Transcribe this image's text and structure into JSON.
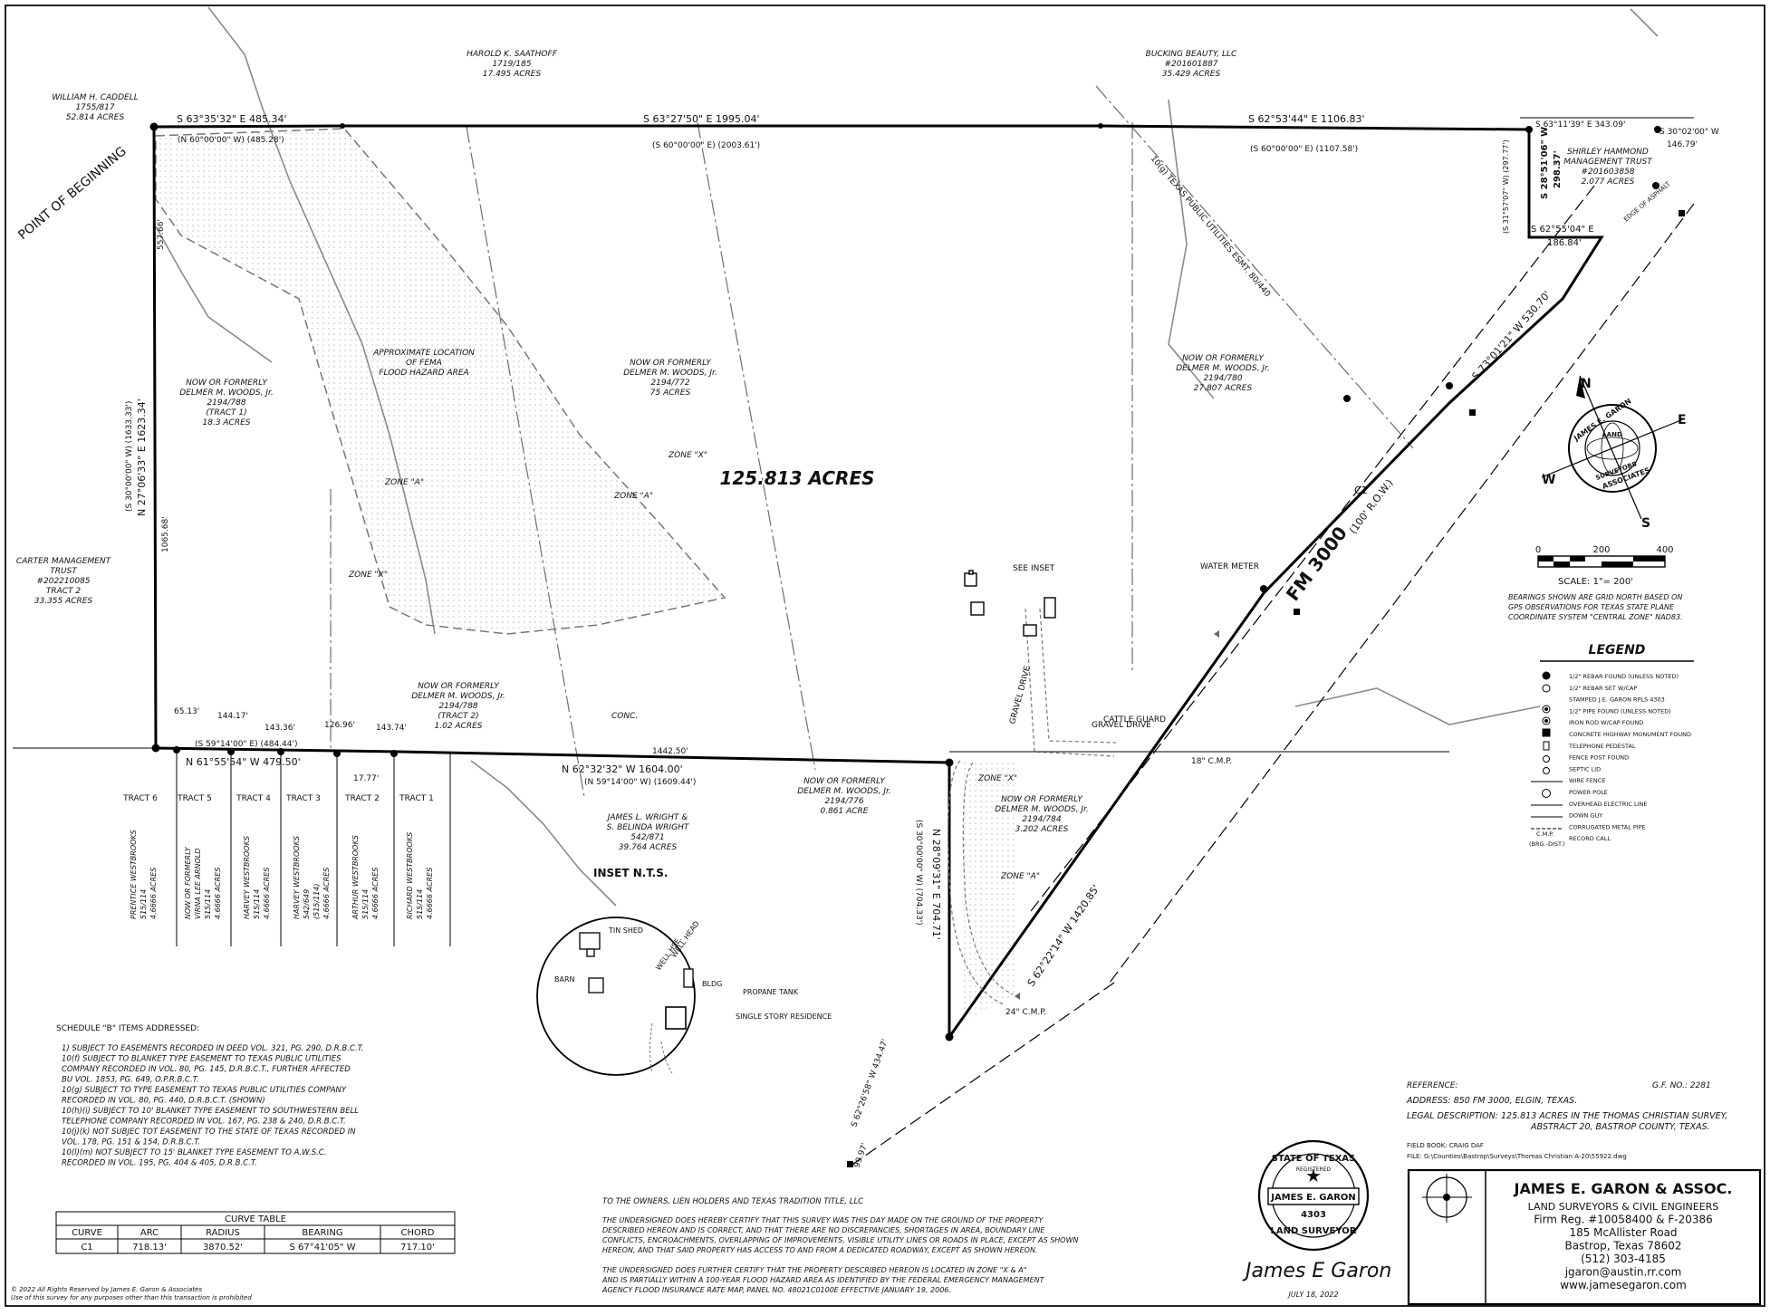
{
  "title": "125.813 ACRES",
  "boundary_calls": {
    "north_1": "S 63°35'32\" E  485.34'",
    "north_1_record": "(N 60°00'00\" W)  (485.28')",
    "north_2": "S 63°27'50\" E  1995.04'",
    "north_2_record": "(S 60°00'00\" E)  (2003.61')",
    "north_3": "S 62°53'44\" E  1106.83'",
    "north_3_record": "(S 60°00'00\" E)  (1107.58')",
    "north_4": "S 63°11'39\" E  343.09'",
    "west": "N 27°06'33\" E  1623.34'",
    "west_record": "(S 30°00'00\" W)  (1633.33')",
    "south_1": "N 61°55'54\" W  479.50'",
    "south_1_record": "(S 59°14'00\" E)  (484.44')",
    "south_2": "N 62°32'32\" W  1604.00'",
    "south_2_record": "(N 59°14'00\" W)  (1609.44')",
    "se_1": "N 28°09'31\" E  704.71'",
    "se_1_record": "(S 30°00'00\" W)  (704.33')",
    "fm_1": "S 62°22'14\" W  1420.85'",
    "fm_2": "S 73°01'21\" W  530.70'",
    "east_1": "S 28°51'06\" W",
    "east_1_b": "298.37'",
    "east_1_record": "(S 31°57'07\" W)  (297.77')",
    "east_2": "S 62°55'04\" E",
    "east_2_b": "186.84'",
    "east_3": "S 30°02'00\" W",
    "east_3_b": "146.79'",
    "sw_tail": "S 62°26'58\" W  434.47'",
    "sw_tail_b": "99.97'"
  },
  "misc_dims": [
    "557.66'",
    "1065.68'",
    "65.13'",
    "144.17'",
    "143.36'",
    "126.96'",
    "143.74'",
    "17.77'",
    "1442.50'"
  ],
  "pob_label": "POINT OF BEGINNING",
  "road": {
    "name": "FM 3000",
    "row": "(100' R.O.W.)",
    "curve": "C1",
    "easement": "10(g) TEXAS PUBLIC UTILITIES ESMT. 80/440",
    "edge": "EDGE OF ASPHALT"
  },
  "adjoiners": [
    {
      "lines": [
        "WILLIAM H. CADDELL",
        "1755/817",
        "52.814 ACRES"
      ]
    },
    {
      "lines": [
        "HAROLD K. SAATHOFF",
        "1719/185",
        "17.495 ACRES"
      ]
    },
    {
      "lines": [
        "BUCKING BEAUTY, LLC",
        "#201601887",
        "35.429 ACRES"
      ]
    },
    {
      "lines": [
        "SHIRLEY HAMMOND",
        "MANAGEMENT TRUST",
        "#201603858",
        "2.077 ACRES"
      ]
    },
    {
      "lines": [
        "CARTER MANAGEMENT",
        "TRUST",
        "#202210085",
        "TRACT 2",
        "33.355 ACRES"
      ]
    },
    {
      "lines": [
        "JAMES L. WRIGHT &",
        "S. BELINDA WRIGHT",
        "542/871",
        "39.764 ACRES"
      ]
    }
  ],
  "interior": [
    {
      "lines": [
        "NOW OR FORMERLY",
        "DELMER M. WOODS, Jr.",
        "2194/788",
        "(TRACT 1)",
        "18.3 ACRES"
      ]
    },
    {
      "lines": [
        "APPROXIMATE LOCATION",
        "OF FEMA",
        "FLOOD HAZARD AREA"
      ]
    },
    {
      "lines": [
        "NOW OR FORMERLY",
        "DELMER M. WOODS, Jr.",
        "2194/772",
        "75 ACRES"
      ]
    },
    {
      "lines": [
        "NOW OR FORMERLY",
        "DELMER M. WOODS, Jr.",
        "2194/780",
        "27.807 ACRES"
      ]
    },
    {
      "lines": [
        "NOW OR FORMERLY",
        "DELMER M. WOODS, Jr.",
        "2194/788",
        "(TRACT 2)",
        "1.02 ACRES"
      ]
    },
    {
      "lines": [
        "NOW OR FORMERLY",
        "DELMER M. WOODS, Jr.",
        "2194/776",
        "0.861 ACRE"
      ]
    },
    {
      "lines": [
        "NOW OR FORMERLY",
        "DELMER M. WOODS, Jr.",
        "2194/784",
        "3.202 ACRES"
      ]
    }
  ],
  "zones": [
    "ZONE \"A\"",
    "ZONE \"X\""
  ],
  "tracts": [
    {
      "tract": "TRACT 6",
      "lines": [
        "PRENTICE WESTBROOKS",
        "515/114",
        "4.6666 ACRES"
      ]
    },
    {
      "tract": "TRACT 5",
      "lines": [
        "NOW OR FORMERLY",
        "VIRNA LEE ARNOLD",
        "515/114",
        "4.6666 ACRES"
      ]
    },
    {
      "tract": "TRACT 4",
      "lines": [
        "HARVEY WESTBROOKS",
        "515/114",
        "4.6666 ACRES"
      ]
    },
    {
      "tract": "TRACT 3",
      "lines": [
        "HARVEY WESTBROOKS",
        "542/649",
        "(515/114)",
        "4.6666 ACRES"
      ]
    },
    {
      "tract": "TRACT 2",
      "lines": [
        "ARTHUR WESTBROOKS",
        "515/114",
        "4.6666 ACRES"
      ]
    },
    {
      "tract": "TRACT 1",
      "lines": [
        "RICHARD WESTBROOKS",
        "515/114",
        "4.6666 ACRES"
      ]
    }
  ],
  "features": {
    "see_inset": "SEE INSET",
    "conc": "CONC.",
    "gravel_drive": "GRAVEL DRIVE",
    "cattle_guard": "CATTLE GUARD",
    "water_meter": "WATER METER",
    "cmp18": "18\" C.M.P.",
    "cmp24": "24\" C.M.P."
  },
  "inset": {
    "title": "INSET N.T.S.",
    "labels": [
      "TIN SHED",
      "WELL HSE.",
      "WELL HEAD",
      "BARN",
      "BLDG",
      "PROPANE TANK",
      "SINGLE STORY RESIDENCE"
    ]
  },
  "north_arrow": {
    "n": "N",
    "e": "E",
    "s": "S",
    "w": "W",
    "ring_top": "JAMES E. GARON",
    "ring_bottom": "ASSOCIATES",
    "center_top": "LAND",
    "center_bottom": "SURVEYORS"
  },
  "scale": {
    "ticks": [
      "0",
      "200",
      "400"
    ],
    "text": "SCALE: 1\"= 200'"
  },
  "bearings_note": [
    "BEARINGS SHOWN ARE GRID NORTH BASED ON",
    "GPS OBSERVATIONS FOR TEXAS STATE PLANE",
    "COORDINATE SYSTEM \"CENTRAL ZONE\" NAD83."
  ],
  "legend": {
    "title": "LEGEND",
    "items": [
      "1/2\" REBAR FOUND (UNLESS NOTED)",
      "1/2\" REBAR SET W/CAP",
      "STAMPED J.E. GARON RPLS 4303",
      "1/2\" PIPE FOUND (UNLESS NOTED)",
      "IRON ROD W/CAP FOUND",
      "CONCRETE HIGHWAY MONUMENT FOUND",
      "TELEPHONE PEDESTAL",
      "FENCE POST FOUND",
      "SEPTIC LID",
      "WIRE FENCE",
      "POWER POLE",
      "OVERHEAD ELECTRIC LINE",
      "DOWN GUY",
      "CORRUGATED METAL PIPE",
      "RECORD CALL"
    ],
    "cmp_abbr": "C.M.P.",
    "rec_abbr": "(BRG.-DIST.)"
  },
  "schedule_b": {
    "title": "SCHEDULE \"B\" ITEMS ADDRESSED:",
    "lines": [
      "1)  SUBJECT TO EASEMENTS RECORDED IN DEED VOL. 321, PG. 290, D.R.B.C.T.",
      "10(f) SUBJECT TO BLANKET TYPE EASEMENT TO TEXAS PUBLIC UTILITIES",
      "      COMPANY RECORDED IN VOL. 80, PG. 145, D.R.B.C.T., FURTHER AFFECTED",
      "      BU VOL. 1853, PG. 649, O.P.R.B.C.T.",
      "10(g) SUBJECT TO TYPE EASEMENT TO TEXAS PUBLIC UTILITIES COMPANY",
      "      RECORDED IN VOL. 80, PG. 440, D.R.B.C.T. (SHOWN)",
      "10(h)(i) SUBJECT TO 10' BLANKET TYPE EASEMENT TO SOUTHWESTERN BELL",
      "      TELEPHONE COMPANY RECORDED IN VOL. 167, PG. 238 & 240, D.R.B.C.T.",
      "10(j)(k) NOT SUBJEC TOT EASEMENT TO THE STATE OF TEXAS RECORDED IN",
      "      VOL. 178, PG. 151 & 154, D.R.B.C.T.",
      "10(l)(m) NOT SUBJECT TO 15' BLANKET TYPE EASEMENT TO A.W.S.C.",
      "      RECORDED IN VOL. 195, PG. 404 & 405, D.R.B.C.T."
    ]
  },
  "curve_table": {
    "title": "CURVE TABLE",
    "headers": [
      "CURVE",
      "ARC",
      "RADIUS",
      "BEARING",
      "CHORD"
    ],
    "row": [
      "C1",
      "718.13'",
      "3870.52'",
      "S 67°41'05\" W",
      "717.10'"
    ]
  },
  "certification": {
    "to": "TO THE OWNERS, LIEN HOLDERS AND TEXAS TRADITION TITLE, LLC",
    "p1": [
      "THE UNDERSIGNED DOES HEREBY CERTIFY THAT THIS SURVEY WAS THIS DAY MADE ON THE GROUND OF THE PROPERTY",
      "DESCRIBED HEREON AND IS CORRECT, AND THAT THERE ARE NO DISCREPANCIES, SHORTAGES IN AREA, BOUNDARY LINE",
      "CONFLICTS, ENCROACHMENTS, OVERLAPPING OF IMPROVEMENTS, VISIBLE UTILITY LINES OR ROADS IN PLACE, EXCEPT AS SHOWN",
      "HEREON, AND THAT SAID PROPERTY HAS ACCESS TO AND FROM A DEDICATED ROADWAY, EXCEPT AS SHOWN HEREON."
    ],
    "p2": [
      "THE UNDERSIGNED DOES FURTHER CERTIFY THAT THE PROPERTY DESCRIBED HEREON IS LOCATED IN ZONE  \"X & A\"",
      "AND IS PARTIALLY  WITHIN A 100-YEAR FLOOD HAZARD AREA AS IDENTIFIED BY THE FEDERAL EMERGENCY MANAGEMENT",
      "AGENCY FLOOD INSURANCE RATE MAP, PANEL NO. 48021C0100E EFFECTIVE JANUARY 19, 2006."
    ]
  },
  "reference": {
    "label": "REFERENCE:",
    "gf": "G.F. NO.: 2281",
    "address": "ADDRESS: 850 FM 3000, ELGIN, TEXAS.",
    "legal_1": "LEGAL DESCRIPTION: 125.813 ACRES IN THE THOMAS CHRISTIAN SURVEY,",
    "legal_2": "ABSTRACT 20, BASTROP COUNTY, TEXAS.",
    "field_book": "FIELD BOOK: CRAIG DAF",
    "file": "FILE: G:\\Counties\\Bastrop\\Surveys\\Thomas Christian A-20\\55922.dwg"
  },
  "seal": {
    "top": "STATE OF TEXAS",
    "sub": "REGISTERED",
    "name": "JAMES E. GARON",
    "num": "4303",
    "bottom": "LAND SURVEYOR"
  },
  "signature": {
    "name": "James E Garon",
    "date": "JULY 18, 2022"
  },
  "title_block": {
    "firm": "JAMES E. GARON & ASSOC.",
    "lines": [
      "LAND SURVEYORS & CIVIL ENGINEERS",
      "Firm Reg. #10058400 & F-20386",
      "185 McAllister Road",
      "Bastrop, Texas 78602",
      "(512) 303-4185",
      "jgaron@austin.rr.com",
      "www.jamesegaron.com"
    ]
  },
  "copyright": [
    "© 2022 All Rights Reserved by James E. Garon & Associates",
    "Use of this survey for any purposes other than this transaction is prohibited"
  ]
}
